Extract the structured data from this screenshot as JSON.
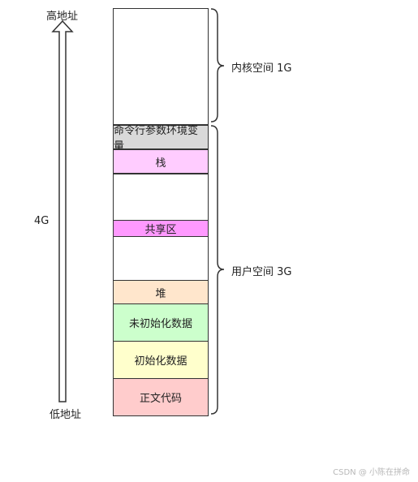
{
  "address_axis": {
    "high_label": "高地址",
    "low_label": "低地址",
    "size_label": "4G"
  },
  "memory": {
    "kernel": {
      "label": "内核空间 1G"
    },
    "user": {
      "label": "用户空间 3G"
    },
    "segments": {
      "args_env": {
        "label": "命令行参数环境变量",
        "color": "#d9d9d9"
      },
      "stack": {
        "label": "栈",
        "color": "#ffccff"
      },
      "shared": {
        "label": "共享区",
        "color": "#ff99ff"
      },
      "heap": {
        "label": "堆",
        "color": "#ffe6cc"
      },
      "bss": {
        "label": "未初始化数据",
        "color": "#ccffcc"
      },
      "data": {
        "label": "初始化数据",
        "color": "#ffffcc"
      },
      "text": {
        "label": "正文代码",
        "color": "#ffcccc"
      }
    },
    "growth_arrow_color": "#6666ff"
  },
  "watermark": "CSDN @ 小陈在拼命"
}
